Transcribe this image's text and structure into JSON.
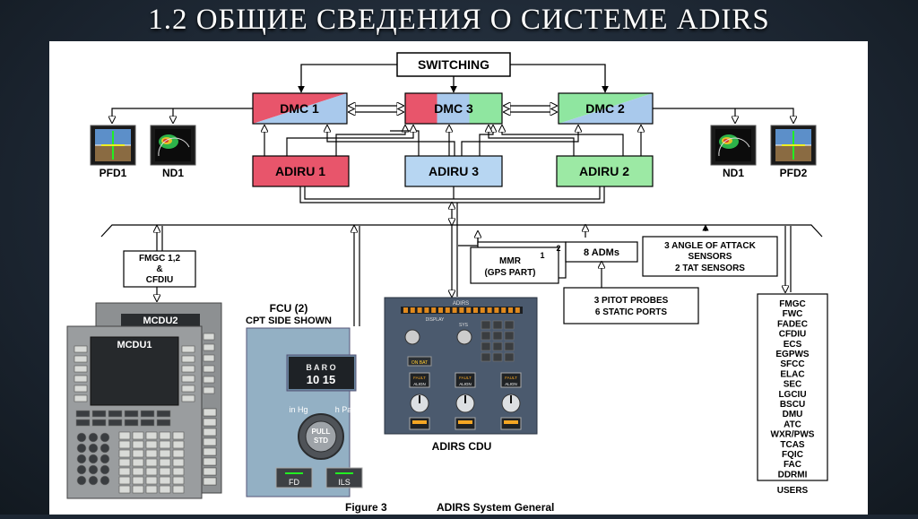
{
  "title": "1.2 ОБЩИЕ СВЕДЕНИЯ О СИСТЕМЕ ADIRS",
  "diagram": {
    "switching": "SWITCHING",
    "dmc1": "DMC 1",
    "dmc3": "DMC 3",
    "dmc2": "DMC 2",
    "adiru1": "ADIRU 1",
    "adiru3": "ADIRU 3",
    "adiru2": "ADIRU 2",
    "pfd1": "PFD1",
    "nd1": "ND1",
    "nd2": "ND1",
    "pfd2": "PFD2",
    "fmgc_line1": "FMGC 1,2",
    "fmgc_line2": "&",
    "fmgc_line3": "CFDIU",
    "fcu_line1": "FCU (2)",
    "fcu_line2": "CPT SIDE SHOWN",
    "mmr_line1": "MMR",
    "mmr_line2": "(GPS PART)",
    "mmr_num1": "1",
    "mmr_num2": "2",
    "adms": "8 ADMs",
    "aoa_line1": "3 ANGLE OF ATTACK",
    "aoa_line2": "SENSORS",
    "aoa_line3": "2 TAT SENSORS",
    "pitot_line1": "3 PITOT PROBES",
    "pitot_line2": "6 STATIC PORTS",
    "users_list": [
      "FMGC",
      "FWC",
      "FADEC",
      "CFDIU",
      "ECS",
      "EGPWS",
      "SFCC",
      "ELAC",
      "SEC",
      "LGCIU",
      "BSCU",
      "DMU",
      "ATC",
      "WXR/PWS",
      "TCAS",
      "FQIC",
      "FAC",
      "DDRMI"
    ],
    "users_label": "USERS",
    "mcdu1": "MCDU1",
    "mcdu2": "MCDU2",
    "fcu_baro_top": "B A R O",
    "fcu_baro_value": "10 15",
    "fcu_inhg": "in Hg",
    "fcu_hpa": "h Pa",
    "fcu_pull_line1": "PULL",
    "fcu_pull_line2": "STD",
    "fcu_fd": "FD",
    "fcu_ils": "ILS",
    "cdu_header": "ADIRS",
    "cdu_display": "DISPLAY",
    "cdu_sys": "SYS",
    "cdu_on_bat": "ON BAT",
    "cdu_fault": "FAULT",
    "cdu_align": "ALIGN",
    "cdu_label": "ADIRS CDU",
    "figure_num": "Figure  3",
    "figure_caption": "ADIRS System General"
  },
  "colors": {
    "dmc_red": "#e8556b",
    "dmc_blue": "#a9c9ec",
    "dmc_green": "#8fe6a0",
    "adiru1": "#e8556b",
    "adiru3": "#b7d6f2",
    "adiru2": "#9ce9a4"
  }
}
